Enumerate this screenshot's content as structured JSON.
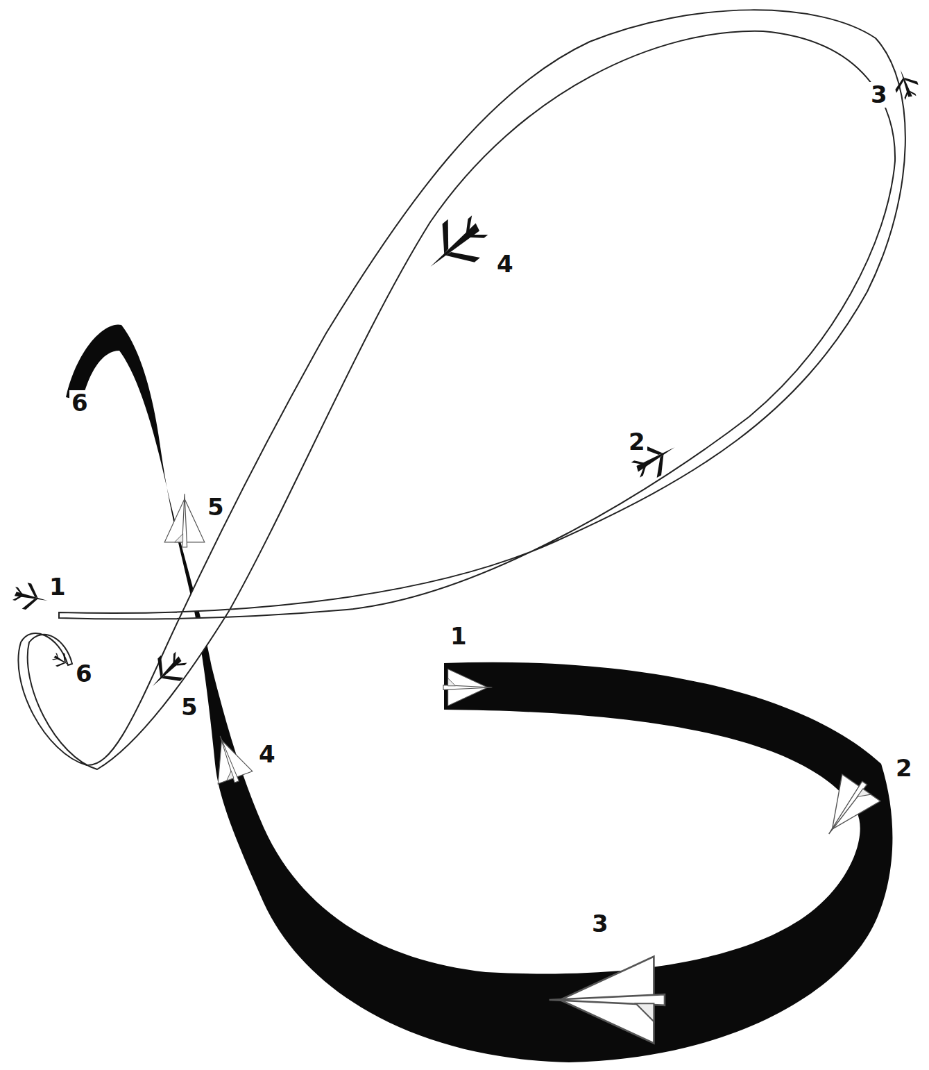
{
  "diagram": {
    "labels": [
      "3",
      "4",
      "6",
      "2",
      "5",
      "1",
      "1",
      "6",
      "5",
      "4",
      "2",
      "3"
    ]
  }
}
